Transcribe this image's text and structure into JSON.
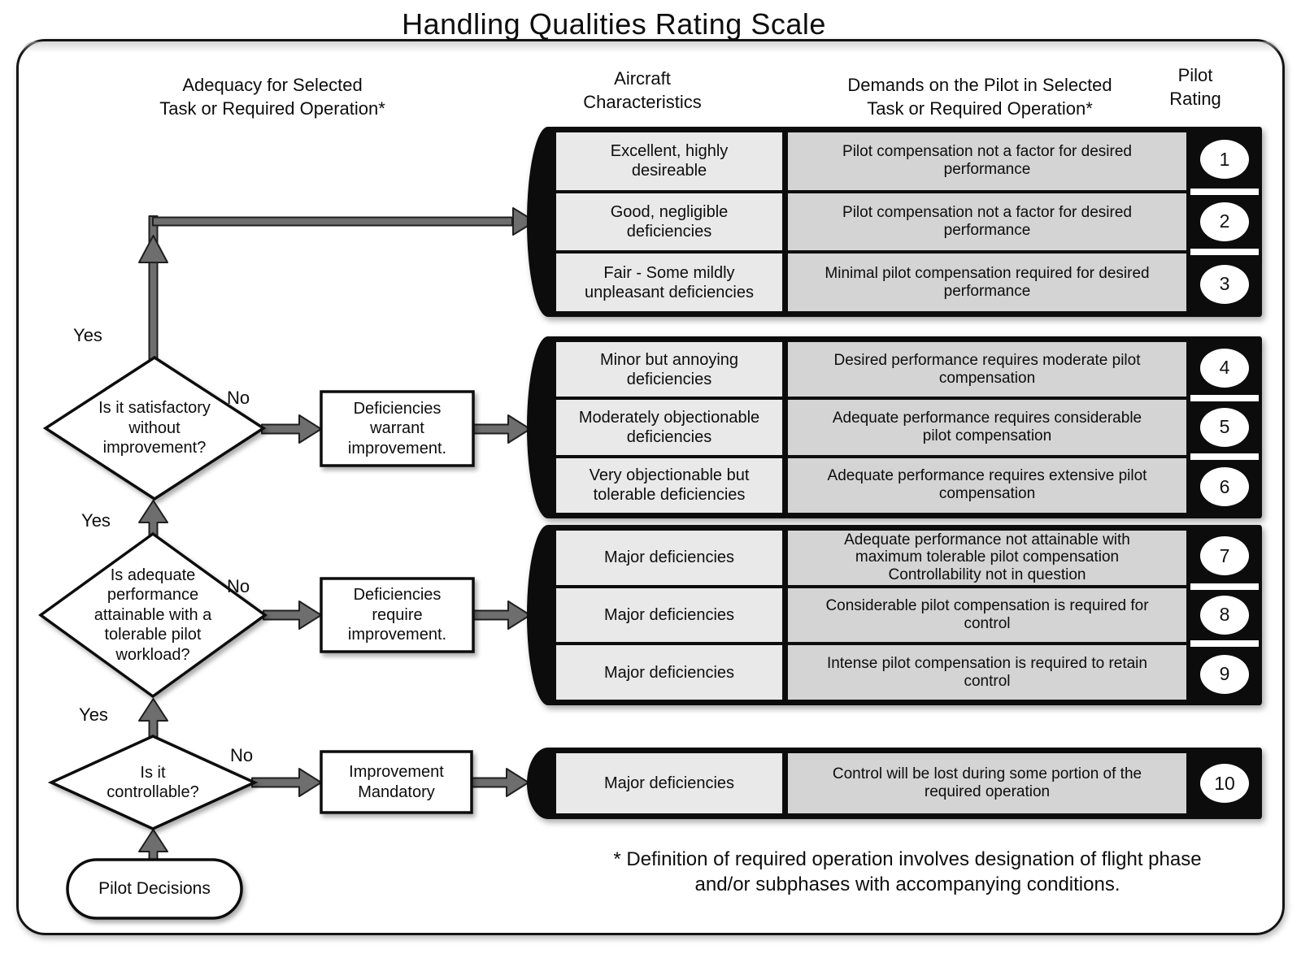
{
  "title": "Handling Qualities Rating Scale",
  "headers": {
    "adequacy": "Adequacy for Selected\nTask or Required  Operation*",
    "aircraft": "Aircraft\nCharacteristics",
    "demands": "Demands on the Pilot in Selected\nTask or Required Operation*",
    "rating": "Pilot\nRating"
  },
  "flowchart": {
    "start": "Pilot Decisions",
    "decisions": [
      {
        "question": "Is it satisfactory\nwithout\nimprovement?",
        "yes": "Yes",
        "no": "No",
        "action": "Deficiencies\nwarrant\nimprovement."
      },
      {
        "question": "Is adequate\nperformance\nattainable with a\ntolerable pilot\nworkload?",
        "yes": "Yes",
        "no": "No",
        "action": "Deficiencies\nrequire\nimprovement."
      },
      {
        "question": "Is it\ncontrollable?",
        "yes": "Yes",
        "no": "No",
        "action": "Improvement\nMandatory"
      }
    ]
  },
  "table": {
    "groups": [
      {
        "rows": [
          {
            "characteristics": "Excellent, highly\ndesireable",
            "demands": "Pilot compensation not a factor for desired\nperformance",
            "rating": "1"
          },
          {
            "characteristics": "Good, negligible\ndeficiencies",
            "demands": "Pilot compensation not a factor for desired\nperformance",
            "rating": "2"
          },
          {
            "characteristics": "Fair - Some mildly\nunpleasant deficiencies",
            "demands": "Minimal pilot compensation required for desired\nperformance",
            "rating": "3"
          }
        ]
      },
      {
        "rows": [
          {
            "characteristics": "Minor but annoying\ndeficiencies",
            "demands": "Desired performance requires moderate pilot\ncompensation",
            "rating": "4"
          },
          {
            "characteristics": "Moderately objectionable\ndeficiencies",
            "demands": "Adequate performance requires considerable\npilot compensation",
            "rating": "5"
          },
          {
            "characteristics": "Very objectionable but\ntolerable deficiencies",
            "demands": "Adequate performance requires extensive pilot\ncompensation",
            "rating": "6"
          }
        ]
      },
      {
        "rows": [
          {
            "characteristics": "Major deficiencies",
            "demands": "Adequate performance not attainable with\nmaximum tolerable pilot compensation\nControllability not in question",
            "rating": "7"
          },
          {
            "characteristics": "Major deficiencies",
            "demands": "Considerable pilot compensation is required for\ncontrol",
            "rating": "8"
          },
          {
            "characteristics": "Major deficiencies",
            "demands": "Intense pilot compensation is required to retain\ncontrol",
            "rating": "9"
          }
        ]
      },
      {
        "rows": [
          {
            "characteristics": "Major deficiencies",
            "demands": "Control will be lost during some portion of the\nrequired operation",
            "rating": "10"
          }
        ]
      }
    ]
  },
  "footnote": "* Definition of required operation involves designation of flight phase\nand/or subphases with accompanying conditions.",
  "colors": {
    "cell_characteristics": "#e9e9e9",
    "cell_demands": "#d4d4d4",
    "band": "#0c0c0c",
    "arrow": "#6e6e6e",
    "outline": "#141414"
  }
}
